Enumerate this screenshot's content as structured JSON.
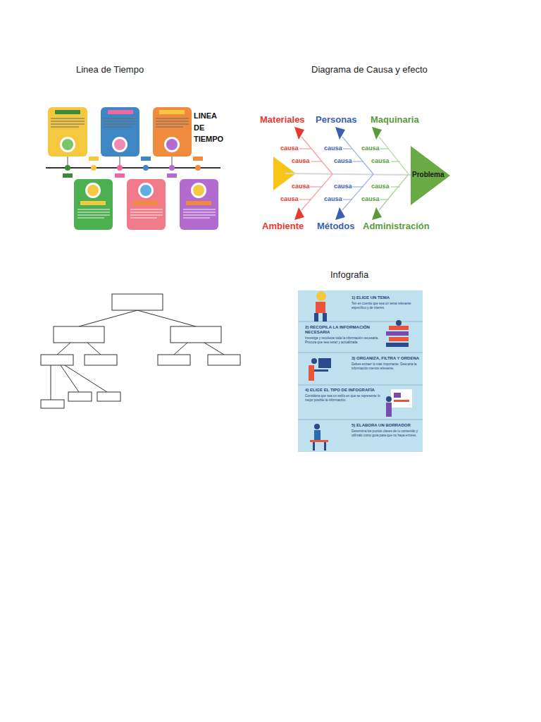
{
  "diagram": {
    "nodes": [
      {
        "text": [
          "Problema"
        ]
      },
      {
        "text": [
          "1) ELIGE UN TEMA",
          "Ten en cuenta que sea un tema relevante específico y de interés."
        ]
      },
      {
        "text": [
          "2) RECOPILA LA INFORMACIÓN NECESARIA",
          "Investiga y recolecta toda la información necesaria. Procura que sea veraz y actualizada."
        ]
      },
      {
        "text": [
          "3) ORGANIZA, FILTRA Y ORDENA",
          "Debes extraer lo más importante. Descarta la información menos relevante."
        ]
      },
      {
        "text": [
          "4) ELIGE EL TIPO DE INFOGRAFÍA",
          "Considera que sea un estilo en que se represente lo mejor posible la información."
        ]
      },
      {
        "text": [
          "5) ELABORA UN BORRADOR",
          "Determina los puntos claves de tu contenido y utilízalo como guía para que no haya errores."
        ]
      }
    ],
    "labels": [
      "Linea de Tiempo",
      "Diagrama de Causa y efecto",
      "LINEA DE TIEMPO",
      "Materiales",
      "Personas",
      "Maquinaria",
      "causa",
      "causa",
      "causa",
      "causa",
      "causa",
      "causa",
      "causa",
      "causa",
      "causa",
      "causa",
      "causa",
      "causa",
      "Ambiente",
      "Métodos",
      "Administración",
      "Infografia"
    ]
  }
}
